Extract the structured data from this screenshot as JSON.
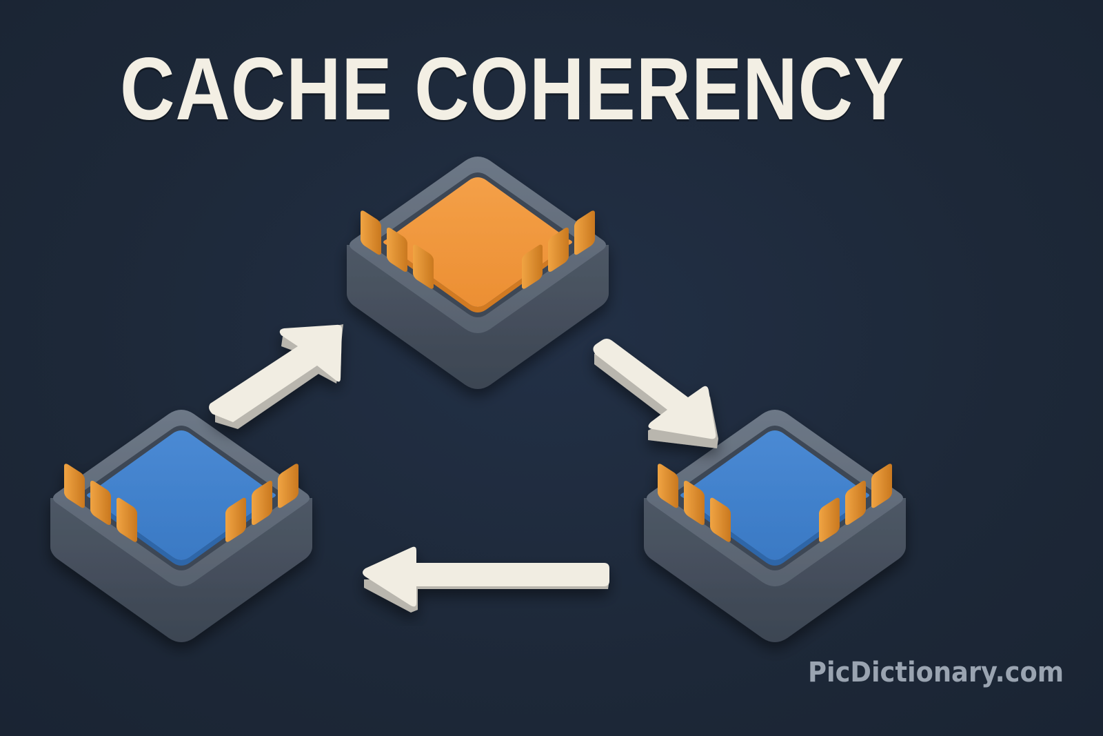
{
  "title": "CACHE COHERENCY",
  "watermark": "PicDictionary.com",
  "colors": {
    "background": "#1e2a3b",
    "title_text": "#f3efe4",
    "chip_body": "#5f6b7a",
    "chip_body_side": "#46505d",
    "chip_core_orange": "#f0953a",
    "chip_core_blue": "#3f80cc",
    "chip_pins": "#e08f2a",
    "arrow_fill": "#f1ede2",
    "arrow_side": "#b9b6ae",
    "watermark_text": "#9aa4b1"
  },
  "diagram": {
    "nodes": [
      {
        "id": "cache-top",
        "label": "",
        "core_color": "orange",
        "state": "modified"
      },
      {
        "id": "cache-left",
        "label": "",
        "core_color": "blue"
      },
      {
        "id": "cache-right",
        "label": "",
        "core_color": "blue"
      }
    ],
    "edges": [
      {
        "from": "cache-left",
        "to": "cache-top",
        "direction": "up-right"
      },
      {
        "from": "cache-top",
        "to": "cache-right",
        "direction": "down-right"
      },
      {
        "from": "cache-right",
        "to": "cache-left",
        "direction": "left"
      }
    ]
  }
}
